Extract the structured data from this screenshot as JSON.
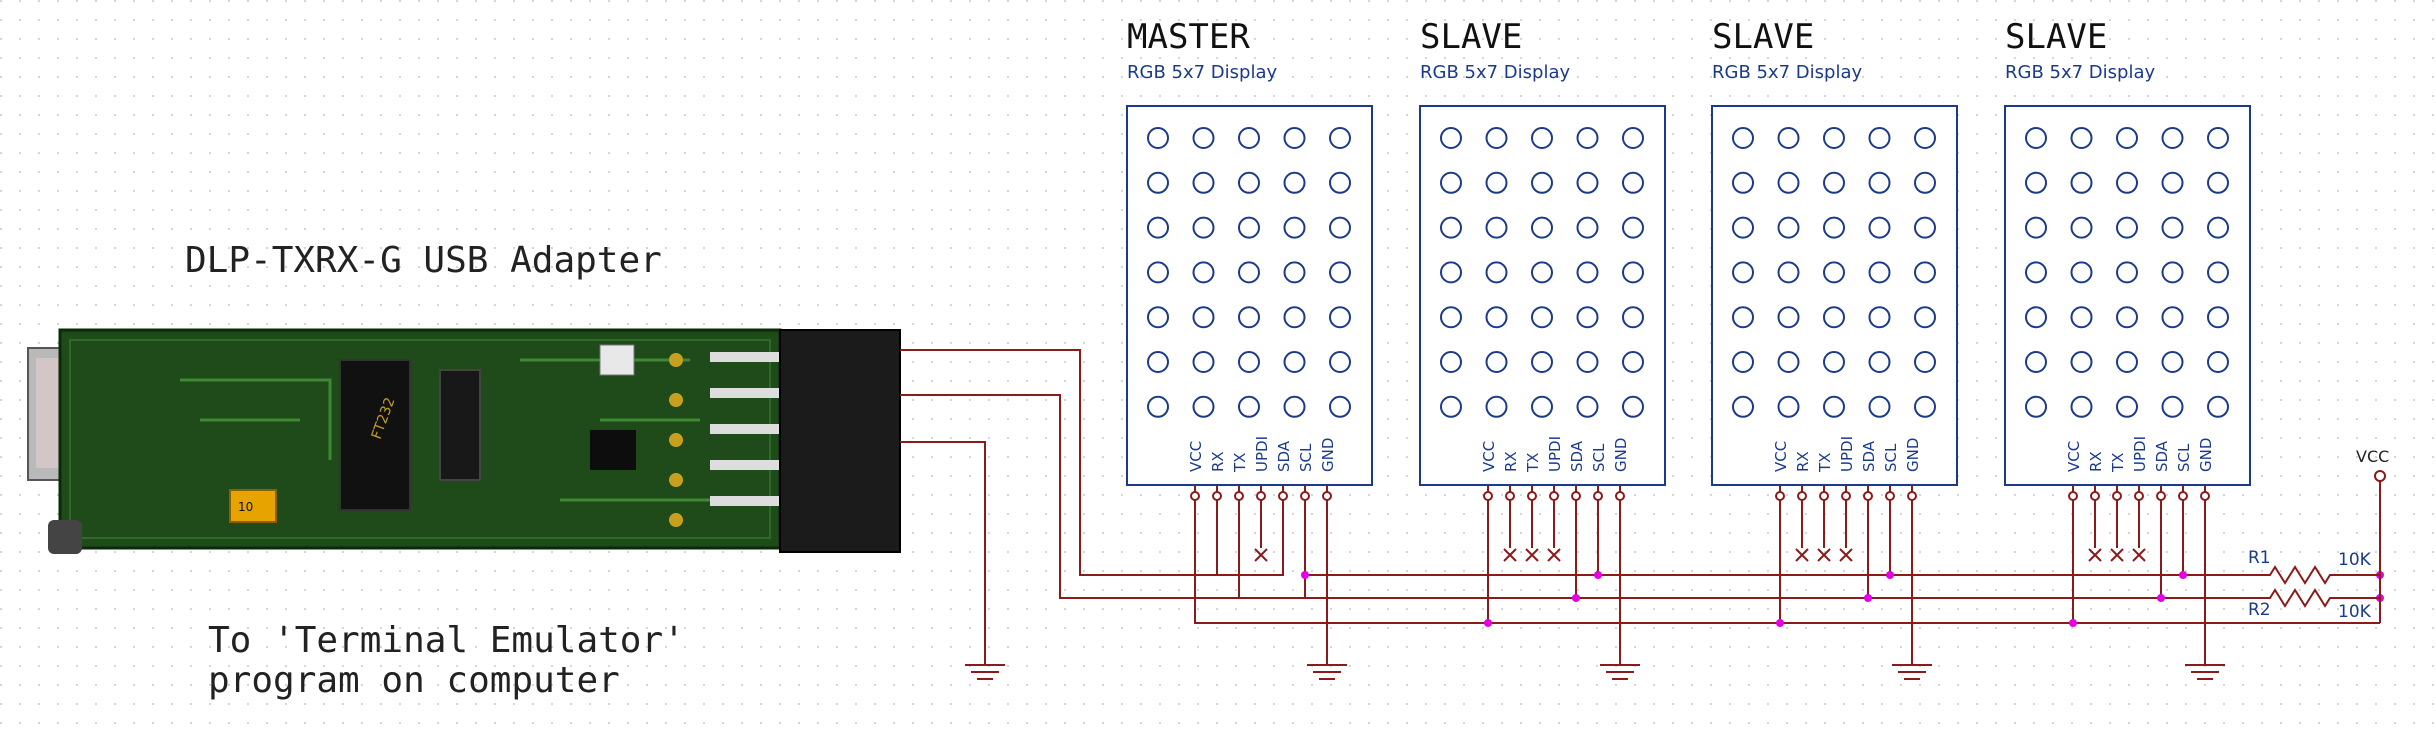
{
  "adapter": {
    "title": "DLP-TXRX-G USB Adapter",
    "chip_label": "FT232",
    "cap_label": "10"
  },
  "caption": {
    "line1": "To 'Terminal Emulator'",
    "line2": "program on computer"
  },
  "displays": [
    {
      "role": "MASTER",
      "subtitle": "RGB 5x7 Display"
    },
    {
      "role": "SLAVE",
      "subtitle": "RGB 5x7 Display"
    },
    {
      "role": "SLAVE",
      "subtitle": "RGB 5x7 Display"
    },
    {
      "role": "SLAVE",
      "subtitle": "RGB 5x7 Display"
    }
  ],
  "pins": [
    "VCC",
    "RX",
    "TX",
    "UPDI",
    "SDA",
    "SCL",
    "GND"
  ],
  "matrix": {
    "cols": 5,
    "rows": 7
  },
  "power": {
    "label": "VCC"
  },
  "resistors": [
    {
      "name": "R1",
      "value": "10K"
    },
    {
      "name": "R2",
      "value": "10K"
    }
  ],
  "colors": {
    "wire": "#8b1a1a",
    "junction": "#e600e6",
    "ink": "#1a3a8c",
    "board": "#1f4a1a",
    "ground": "#8b1a1a"
  }
}
